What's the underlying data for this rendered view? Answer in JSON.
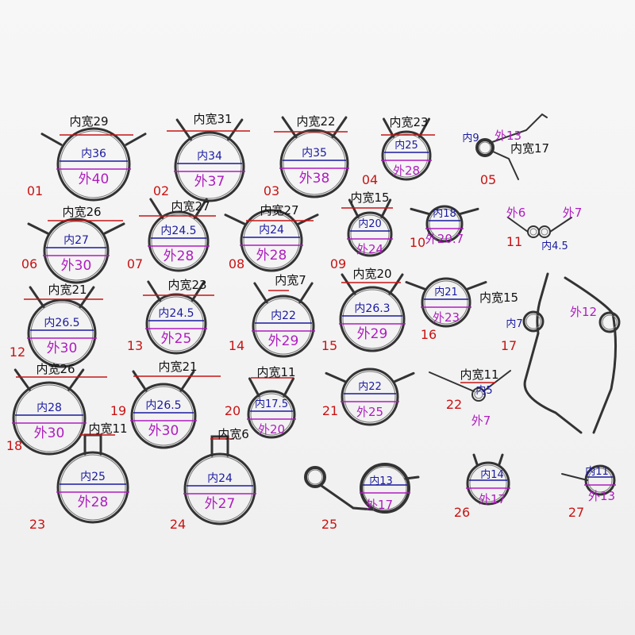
{
  "colors": {
    "background": "#f2f2f2",
    "wire": "#333333",
    "outer_text": "#b01cc0",
    "inner_text": "#1a1aa0",
    "number": "#c81414",
    "width_line": "#c81414",
    "outer_line": "#b01cc0",
    "inner_line": "#1a1aa0"
  },
  "springs": [
    {
      "number": "01",
      "width": "内宽29",
      "inner": "内36",
      "outer": "外40"
    },
    {
      "number": "02",
      "width": "内宽31",
      "inner": "内34",
      "outer": "外37"
    },
    {
      "number": "03",
      "width": "内宽22",
      "inner": "内35",
      "outer": "外38"
    },
    {
      "number": "04",
      "width": "内宽23",
      "inner": "内25",
      "outer": "外28"
    },
    {
      "number": "05",
      "width": "内宽17",
      "inner": "内9",
      "outer": "外13"
    },
    {
      "number": "06",
      "width": "内宽26",
      "inner": "内27",
      "outer": "外30"
    },
    {
      "number": "07",
      "width": "内宽27",
      "inner": "内24.5",
      "outer": "外28"
    },
    {
      "number": "08",
      "width": "内宽27",
      "inner": "内24",
      "outer": "外28"
    },
    {
      "number": "09",
      "width": "内宽15",
      "inner": "内20",
      "outer": "外24"
    },
    {
      "number": "10",
      "width": "",
      "inner": "内18",
      "outer": "外20.7"
    },
    {
      "number": "11",
      "width": "",
      "inner": "内4.5",
      "outer": "外6",
      "outer2": "外7"
    },
    {
      "number": "12",
      "width": "内宽21",
      "inner": "内26.5",
      "outer": "外30"
    },
    {
      "number": "13",
      "width": "内宽23",
      "inner": "内24.5",
      "outer": "外25"
    },
    {
      "number": "14",
      "width": "内宽7",
      "inner": "内22",
      "outer": "外29"
    },
    {
      "number": "15",
      "width": "内宽20",
      "inner": "内26.3",
      "outer": "外29"
    },
    {
      "number": "16",
      "width": "内宽15",
      "inner": "内21",
      "outer": "外23"
    },
    {
      "number": "17",
      "width": "",
      "inner": "内7",
      "outer": "外12"
    },
    {
      "number": "18",
      "width": "内宽26",
      "inner": "内28",
      "outer": "外30"
    },
    {
      "number": "19",
      "width": "内宽21",
      "inner": "内26.5",
      "outer": "外30"
    },
    {
      "number": "20",
      "width": "内宽11",
      "inner": "内17.5",
      "outer": "外20"
    },
    {
      "number": "21",
      "width": "",
      "inner": "内22",
      "outer": "外25"
    },
    {
      "number": "22",
      "width": "内宽11",
      "inner": "内5",
      "outer": "外7"
    },
    {
      "number": "23",
      "width": "内宽11",
      "inner": "内25",
      "outer": "外28"
    },
    {
      "number": "24",
      "width": "内宽6",
      "inner": "内24",
      "outer": "外27"
    },
    {
      "number": "25",
      "width": "",
      "inner": "内13",
      "outer": "外17"
    },
    {
      "number": "26",
      "width": "",
      "inner": "内14",
      "outer": "外17"
    },
    {
      "number": "27",
      "width": "",
      "inner": "内11",
      "outer": "外13"
    }
  ]
}
